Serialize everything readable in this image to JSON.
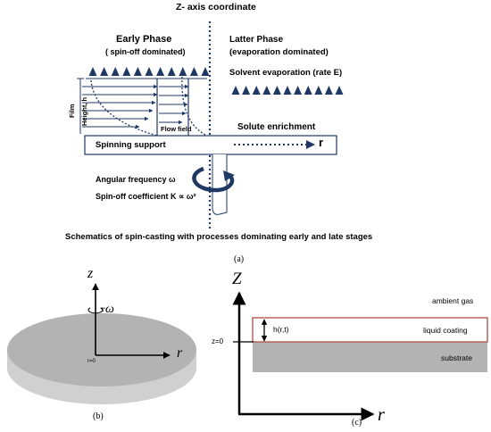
{
  "panel_a": {
    "z_axis_title": "Z- axis coordinate",
    "early_phase_title": "Early Phase",
    "early_phase_sub": "( spin-off dominated)",
    "latter_phase_title": "Latter Phase",
    "latter_phase_sub": "(evaporation dominated)",
    "solvent_evap": "Solvent evaporation (rate E)",
    "film_label": "Film",
    "height_label": "Height, h",
    "flow_field": "Flow field",
    "solute_enrichment": "Solute enrichment",
    "spinning_support": "Spinning support",
    "r_label": "r",
    "angular_frequency": "Angular frequency ω",
    "spin_off_coeff": "Spin-off coefficient K ∝ ω²",
    "caption": "Schematics of spin-casting with processes dominating early and late stages",
    "panel_label": "(a)",
    "colors": {
      "navy": "#1f3864",
      "box_border": "#1f3864"
    }
  },
  "panel_b": {
    "z_label": "z",
    "omega_label": "ω",
    "r_label": "r",
    "r0_label": "r=0",
    "panel_label": "(b)",
    "colors": {
      "disk_top": "#b3b3b3",
      "disk_side": "#d0d0d0"
    }
  },
  "panel_c": {
    "z_label": "Z",
    "r_label": "r",
    "z0_label": "z=0",
    "h_label": "h(r,t)",
    "ambient_gas": "ambient gas",
    "liquid_coating": "liquid coating",
    "substrate": "substrate",
    "panel_label": "(c)",
    "colors": {
      "coating_border": "#b05a50",
      "substrate": "#b3b3b3"
    }
  }
}
